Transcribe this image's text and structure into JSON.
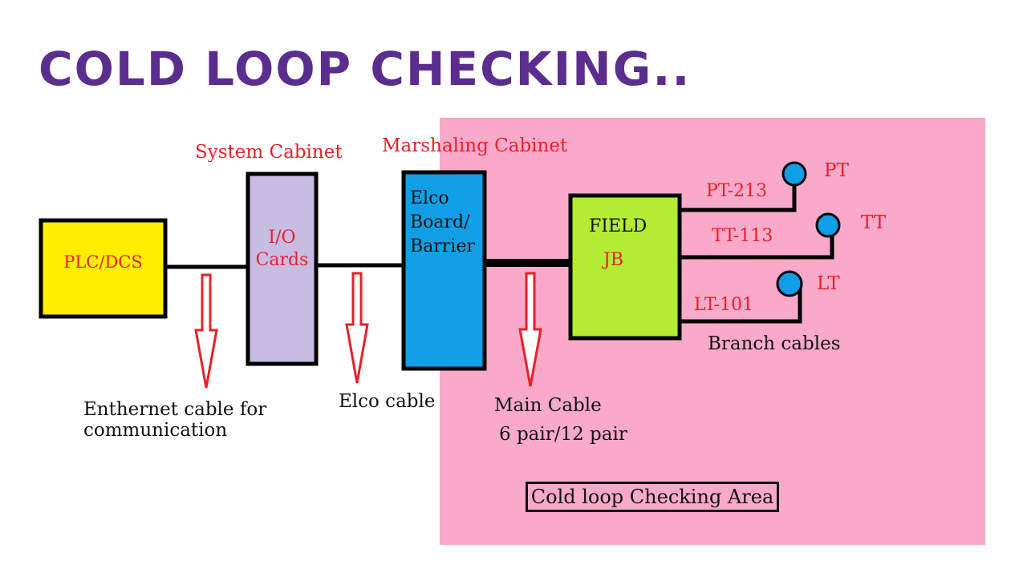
{
  "title": "COLD LOOP CHECKING..",
  "colors": {
    "title": "#5b2d8e",
    "red_text": "#e8202a",
    "pink_area": "#f9a9c9",
    "plc_box": "#ffee00",
    "io_box": "#c9bce3",
    "marshaling_box": "#109fe6",
    "field_box": "#b4ec33",
    "transmitter": "#109fe6"
  },
  "labels": {
    "system_cabinet": "System Cabinet",
    "marshaling_cabinet": "Marshaling Cabinet",
    "plc_dcs": "PLC/DCS",
    "io_cards_line1": "I/O",
    "io_cards_line2": "Cards",
    "elco_line1": "Elco",
    "elco_line2": "Board/",
    "elco_line3": "Barrier",
    "field_line1": "FIELD",
    "field_line2": "JB",
    "ethernet_line1": "Enthernet  cable  for",
    "ethernet_line2": "communication",
    "elco_cable": "Elco cable",
    "main_cable_line1": "Main Cable",
    "main_cable_line2": "6 pair/12 pair",
    "branch_cables": "Branch cables",
    "area": "Cold loop Checking Area"
  },
  "instruments": [
    {
      "tag": "PT-213",
      "type": "PT"
    },
    {
      "tag": "TT-113",
      "type": "TT"
    },
    {
      "tag": "LT-101",
      "type": "LT"
    }
  ]
}
